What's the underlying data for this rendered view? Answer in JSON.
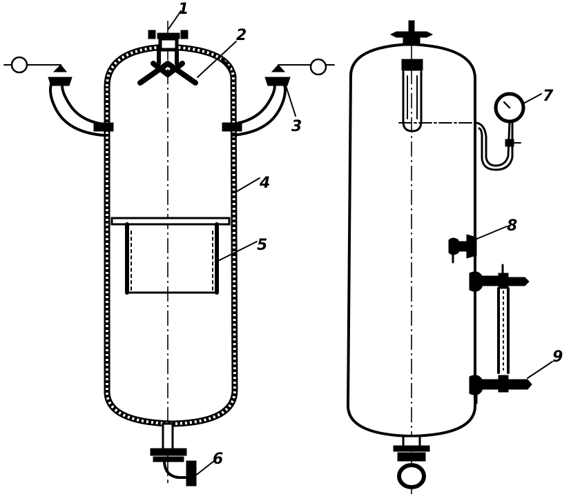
{
  "figure": {
    "callouts": {
      "c1": "1",
      "c2": "2",
      "c3": "3",
      "c4": "4",
      "c5": "5",
      "c6": "6",
      "c7": "7",
      "c8": "8",
      "c9": "9"
    },
    "colors": {
      "ink": "#000000",
      "paper": "#ffffff"
    }
  }
}
